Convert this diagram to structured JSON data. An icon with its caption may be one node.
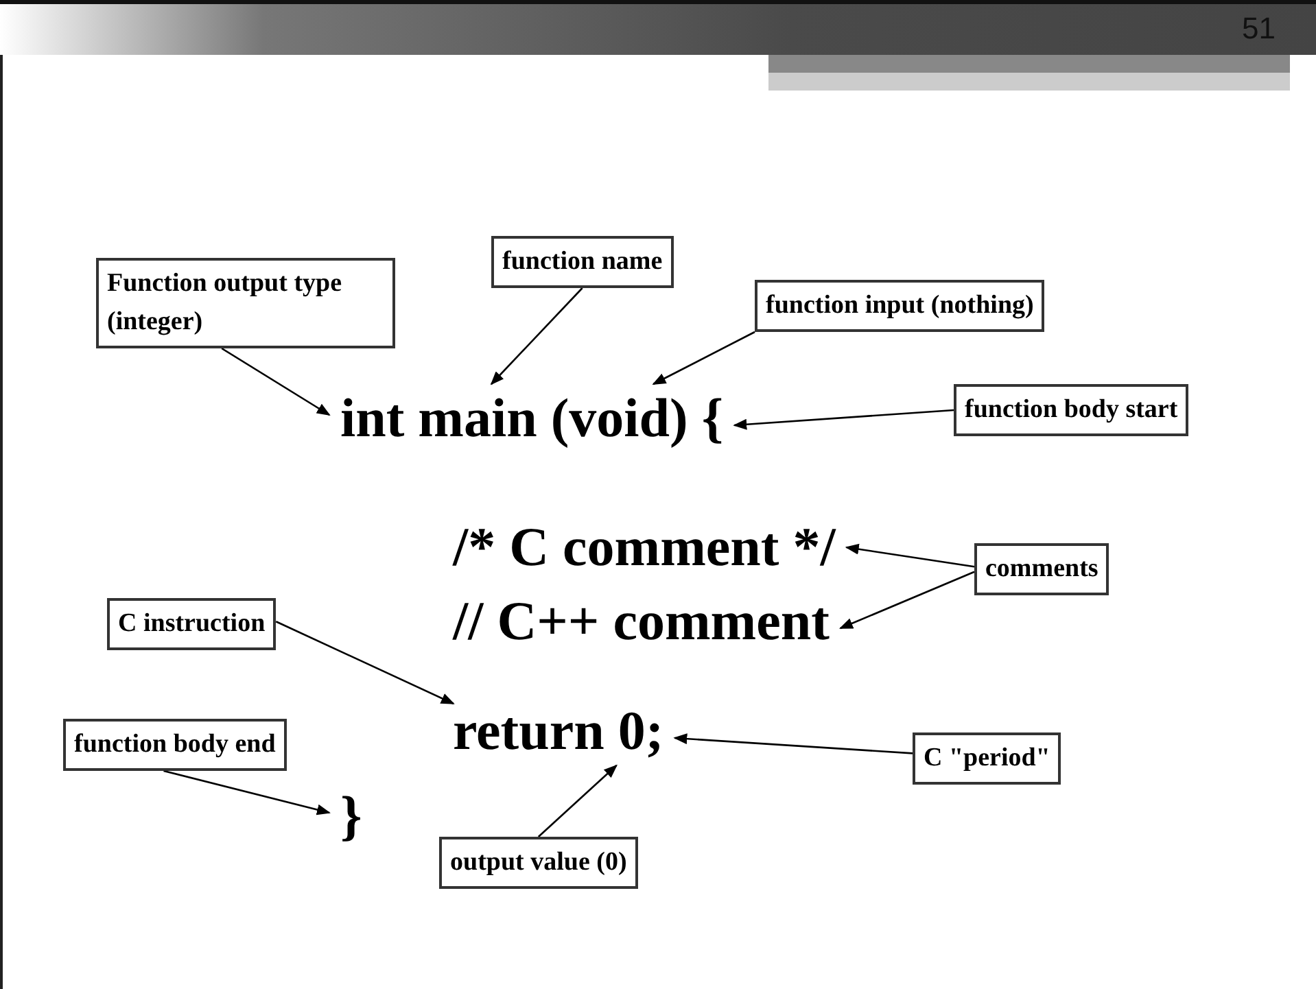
{
  "diagram": {
    "nodes": [
      {
        "text": [
          "Function output type (integer)"
        ]
      },
      {
        "text": [
          "function name"
        ]
      },
      {
        "text": [
          "function input (nothing)"
        ]
      },
      {
        "text": [
          "function body start"
        ]
      },
      {
        "text": [
          "comments"
        ]
      },
      {
        "text": [
          "C instruction"
        ]
      },
      {
        "text": [
          "function body end"
        ]
      },
      {
        "text": [
          "C \"period\""
        ]
      },
      {
        "text": [
          "output value (0)"
        ]
      },
      {
        "text": [
          "int main (void) {"
        ]
      },
      {
        "text": [
          "/* C comment */"
        ]
      },
      {
        "text": [
          "// C++ comment"
        ]
      },
      {
        "text": [
          "return 0;"
        ]
      },
      {
        "text": [
          "}"
        ]
      }
    ],
    "edges": [
      {
        "from": 0,
        "to": 9,
        "arrow": "to"
      },
      {
        "from": 1,
        "to": 9,
        "arrow": "to"
      },
      {
        "from": 2,
        "to": 9,
        "arrow": "to"
      },
      {
        "from": 3,
        "to": 9,
        "arrow": "to"
      },
      {
        "from": 4,
        "to": 10,
        "arrow": "to"
      },
      {
        "from": 4,
        "to": 11,
        "arrow": "to"
      },
      {
        "from": 5,
        "to": 12,
        "arrow": "to"
      },
      {
        "from": 7,
        "to": 12,
        "arrow": "to"
      },
      {
        "from": 8,
        "to": 12,
        "arrow": "to"
      },
      {
        "from": 6,
        "to": 13,
        "arrow": "to"
      }
    ],
    "labels": [
      "51"
    ]
  }
}
